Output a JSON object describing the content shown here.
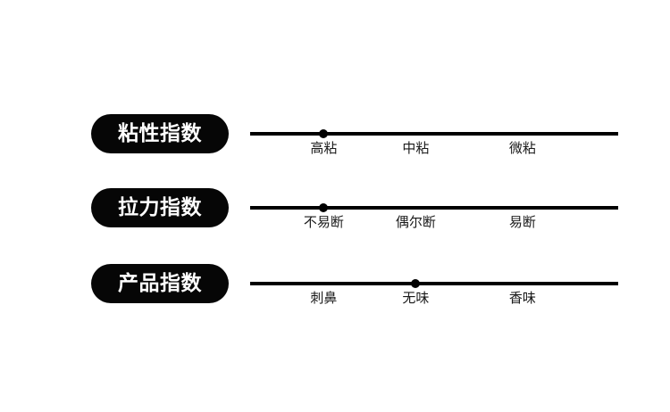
{
  "background_color": "#ffffff",
  "accent_color": "#000000",
  "pill_text_color": "#ffffff",
  "rows": [
    {
      "label": "粘性指数",
      "marker_index": 0,
      "marker_x_pct": 20,
      "ticks": [
        {
          "label": "高粘",
          "x_pct": 20
        },
        {
          "label": "中粘",
          "x_pct": 45
        },
        {
          "label": "微粘",
          "x_pct": 74
        }
      ]
    },
    {
      "label": "拉力指数",
      "marker_index": 0,
      "marker_x_pct": 20,
      "ticks": [
        {
          "label": "不易断",
          "x_pct": 20
        },
        {
          "label": "偶尔断",
          "x_pct": 45
        },
        {
          "label": "易断",
          "x_pct": 74
        }
      ]
    },
    {
      "label": "产品指数",
      "marker_index": 1,
      "marker_x_pct": 45,
      "ticks": [
        {
          "label": "刺鼻",
          "x_pct": 20
        },
        {
          "label": "无味",
          "x_pct": 45
        },
        {
          "label": "香味",
          "x_pct": 74
        }
      ]
    }
  ]
}
